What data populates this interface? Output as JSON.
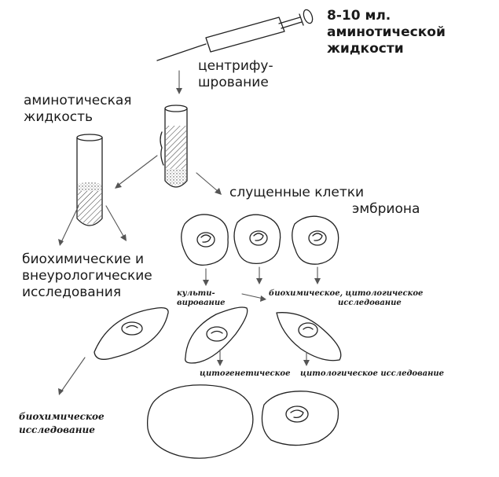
{
  "labels": {
    "volume": [
      "8-10 мл.",
      "аминотической",
      "жидкости"
    ],
    "centrifuge": [
      "центрифу-",
      "шрование"
    ],
    "amniotic_fluid": [
      "аминотическая",
      "жидкость"
    ],
    "shed_cells": [
      "слущенные клетки",
      "эмбриона"
    ],
    "bio_neuro": [
      "биохимические и",
      "внеурологические",
      "исследования"
    ],
    "cultivation": [
      "культи-",
      "вирование"
    ],
    "bio_cyto_top": [
      "биохимическое, цитологическое",
      "исследование"
    ],
    "cytogenetic": "цитогенетическое",
    "cyto_research": "цитологическое  исследование",
    "bio_research": [
      "биохимическое",
      "исследование"
    ]
  }
}
